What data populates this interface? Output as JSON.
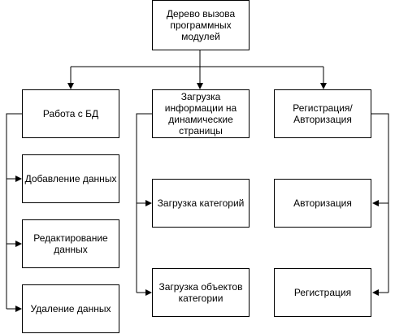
{
  "nodes": {
    "root": "Дерево вызова программных модулей",
    "db": "Работа с БД",
    "load": "Загрузка информации на динамические страницы",
    "reg": "Регистрация/ Авторизация",
    "db_add": "Добавление данных",
    "db_edit": "Редактирование данных",
    "db_del": "Удаление данных",
    "load_cat": "Загрузка категорий",
    "load_obj": "Загрузка объектов категории",
    "reg_auth": "Авторизация",
    "reg_reg": "Регистрация"
  },
  "colors": {
    "stroke": "#000000",
    "fill": "#ffffff"
  }
}
